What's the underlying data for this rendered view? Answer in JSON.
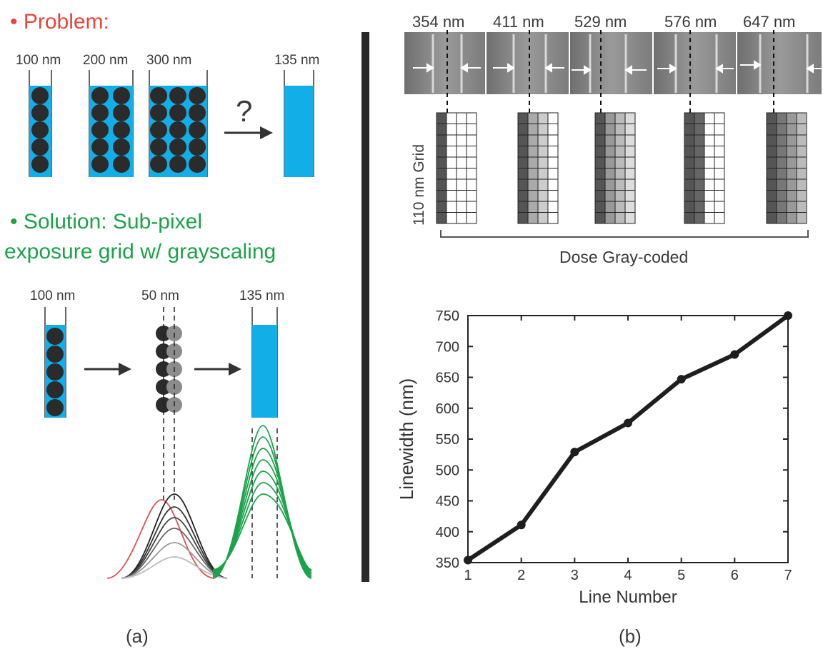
{
  "left": {
    "problem_heading": "• Problem:",
    "problem_widths": [
      "100 nm",
      "200 nm",
      "300 nm"
    ],
    "problem_question": "?",
    "problem_target": "135 nm",
    "solution_heading_1": "• Solution: Sub-pixel",
    "solution_heading_2": "exposure grid w/ grayscaling",
    "solution_widths": [
      "100 nm",
      "50 nm",
      "135 nm"
    ],
    "caption": "(a)"
  },
  "right": {
    "sem_widths": [
      "354 nm",
      "411 nm",
      "529 nm",
      "576 nm",
      "647 nm"
    ],
    "grid_label": "110 nm Grid",
    "dose_label": "Dose Gray-coded",
    "caption": "(b)"
  },
  "colors": {
    "problem": "#e8453c",
    "solution": "#1aa34a",
    "fill_blue": "#12aee8",
    "dot": "#2b2b2b"
  },
  "chart_data": {
    "type": "line",
    "x": [
      1,
      2,
      3,
      4,
      5,
      6,
      7
    ],
    "y": [
      354,
      411,
      529,
      576,
      647,
      687,
      750
    ],
    "xlabel": "Line Number",
    "ylabel": "Linewidth (nm)",
    "xlim": [
      1,
      7
    ],
    "ylim": [
      350,
      750
    ],
    "xticks": [
      "1",
      "2",
      "3",
      "4",
      "5",
      "6",
      "7"
    ],
    "yticks": [
      "350",
      "400",
      "450",
      "500",
      "550",
      "600",
      "650",
      "700",
      "750"
    ],
    "grid": false
  }
}
